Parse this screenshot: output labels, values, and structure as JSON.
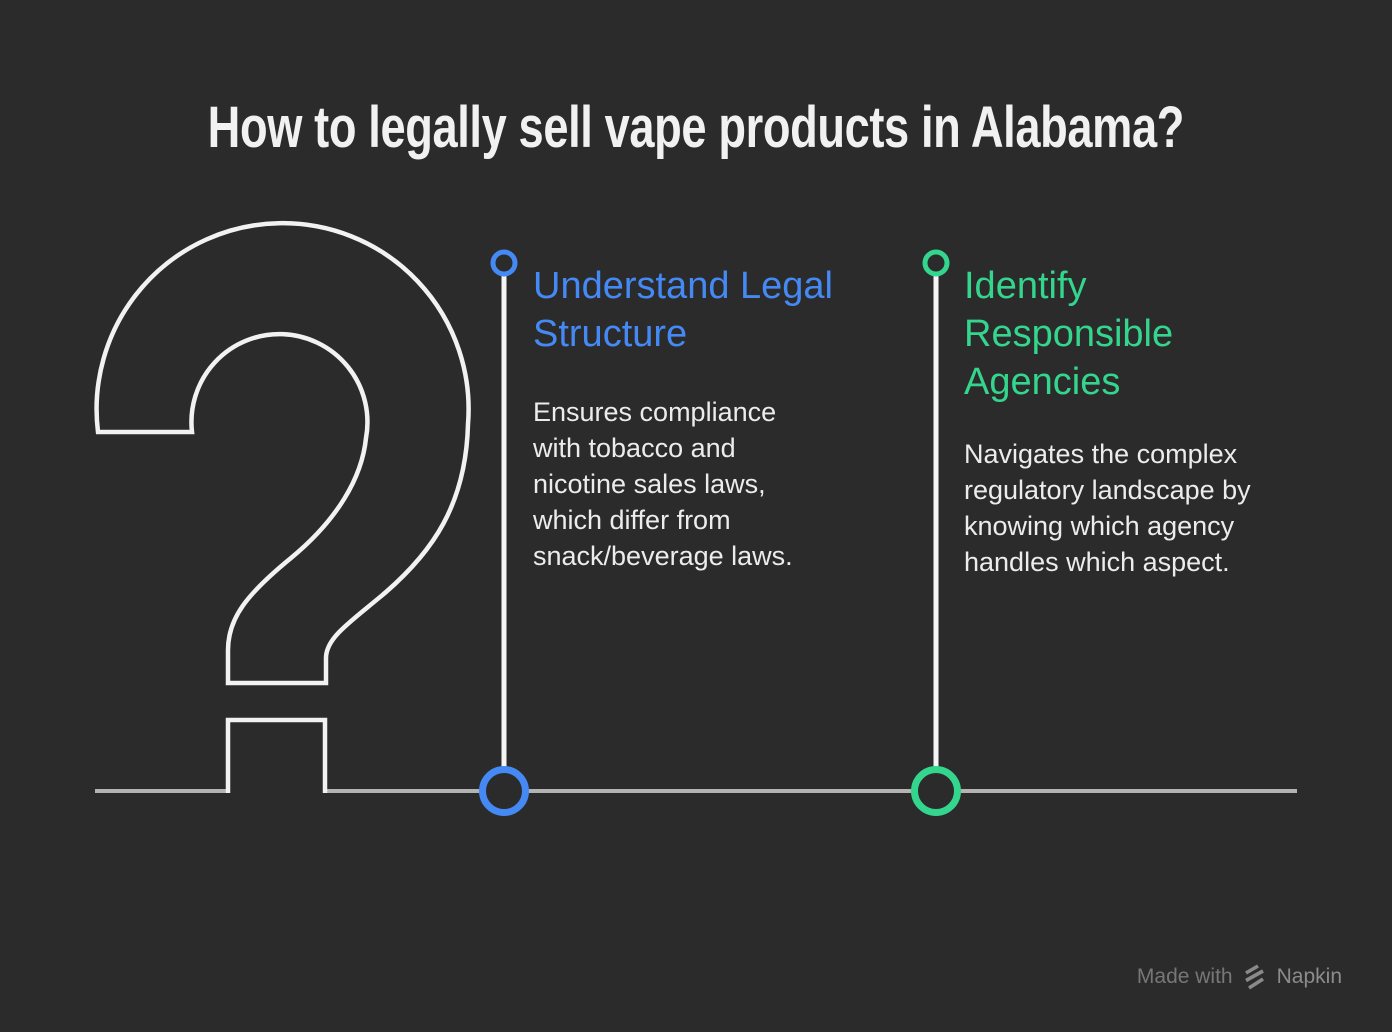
{
  "title": "How to legally sell vape products in Alabama?",
  "question_mark": "?",
  "milestones": [
    {
      "heading": "Understand Legal\nStructure",
      "description": "Ensures compliance\nwith tobacco and\nnicotine sales laws,\nwhich differ from\nsnack/beverage laws.",
      "accent_color": "#4589f4"
    },
    {
      "heading": "Identify\nResponsible\nAgencies",
      "description": "Navigates the complex\nregulatory landscape by\nknowing which agency\nhandles which aspect.",
      "accent_color": "#34d58c"
    }
  ],
  "watermark": {
    "prefix": "Made with",
    "brand": "Napkin"
  },
  "colors": {
    "background": "#2b2b2b",
    "title_text": "#f1f1f1",
    "body_text": "#ececec",
    "timeline_gray": "#b3b3b3",
    "outline_white": "#f2f2f2",
    "accent_blue": "#4589f4",
    "accent_green": "#34d58c",
    "watermark_gray": "#777777"
  }
}
